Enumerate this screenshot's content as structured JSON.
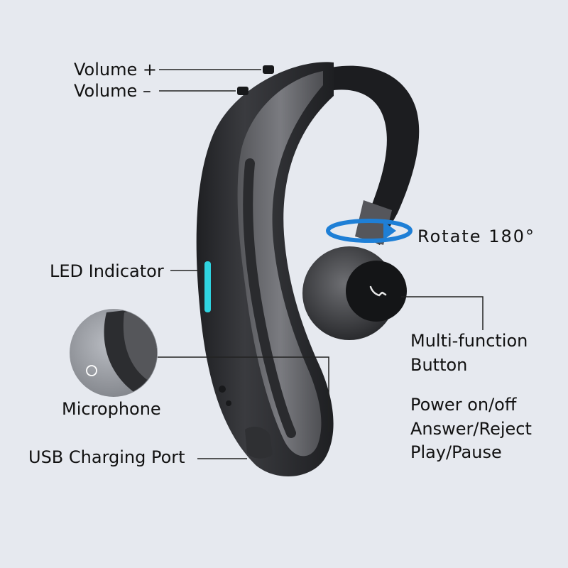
{
  "labels": {
    "volume_up": "Volume +",
    "volume_down": "Volume –",
    "rotate": "Rotate 180°",
    "led": "LED Indicator",
    "multifunction_line1": "Multi-function",
    "multifunction_line2": "Button",
    "microphone": "Microphone",
    "power": "Power on/off",
    "answer": "Answer/Reject",
    "play": "Play/Pause",
    "usb": "USB Charging Port"
  },
  "colors": {
    "background": "#e6e9ef",
    "led": "#2fd3e0",
    "rotate_arrow": "#1e7fd6",
    "body_dark": "#2b2c2f",
    "body_gray": "#6c6d71"
  }
}
